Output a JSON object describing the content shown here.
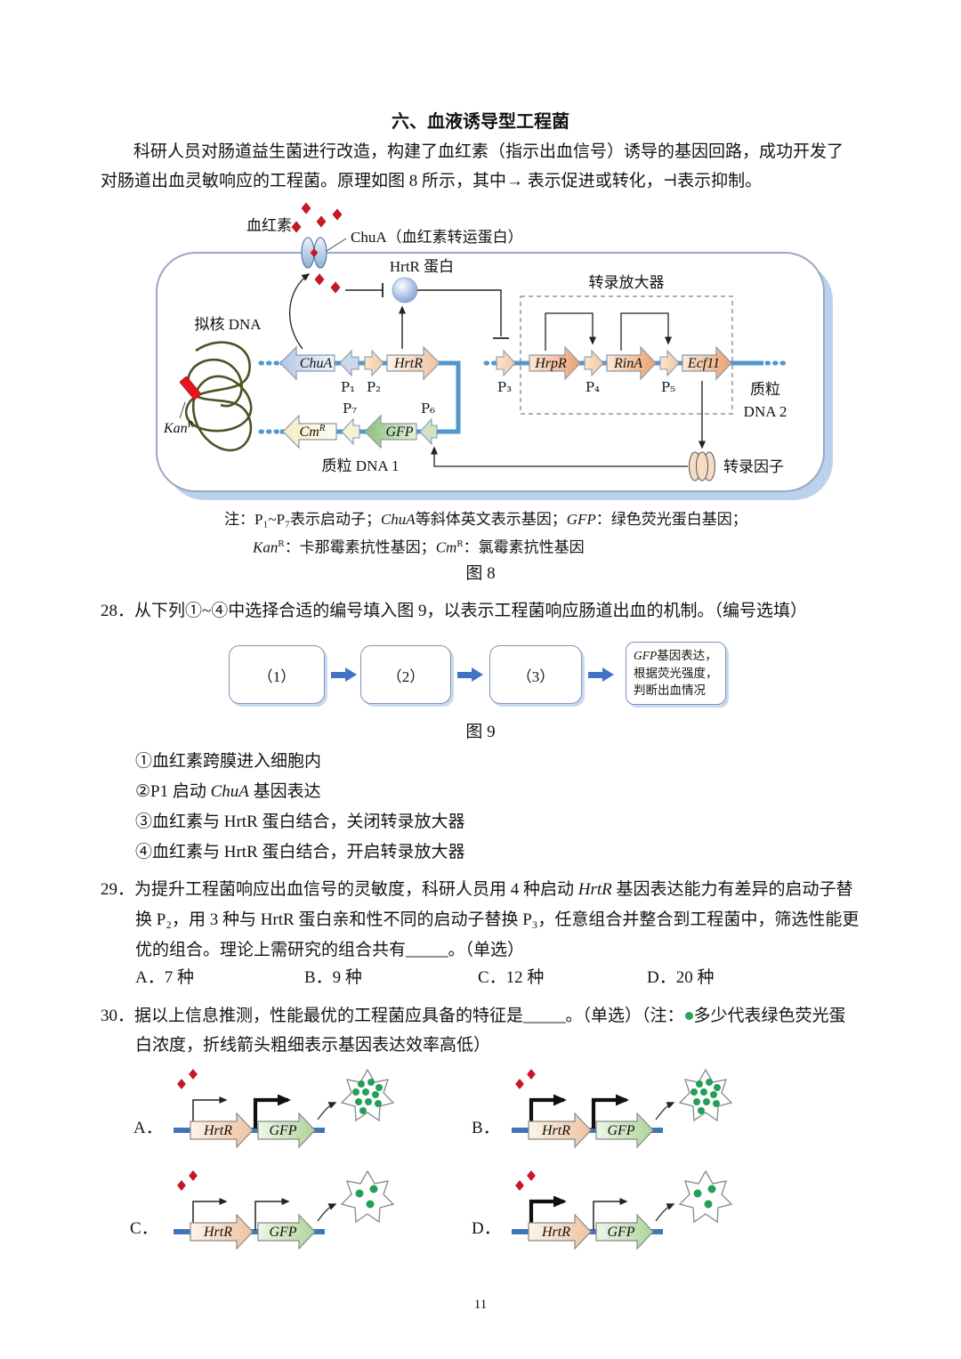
{
  "doc": {
    "title": "六、血液诱导型工程菌",
    "intro_l1": "科研人员对肠道益生菌进行改造，构建了血红素（指示出血信号）诱导的基因回路，成功开发了",
    "intro_l2": "对肠道出血灵敏响应的工程菌。原理如图 8 所示，其中→ 表示促进或转化，⊣表示抑制。",
    "page_number": "11"
  },
  "fig8": {
    "caption": "图 8",
    "labels": {
      "heme": "血红素",
      "chua_membrane": "ChuA（血红素转运蛋白）",
      "hrtr_protein": "HrtR 蛋白",
      "amplifier": "转录放大器",
      "nucleoid": "拟核 DNA",
      "plasmid1": "质粒 DNA 1",
      "plasmid2_a": "质粒",
      "plasmid2_b": "DNA 2",
      "tf": "转录因子"
    },
    "genes": {
      "chua": "ChuA",
      "hrtr": "HrtR",
      "hrpr": "HrpR",
      "rina": "RinA",
      "ecf11": "Ecf11",
      "gfp": "GFP",
      "cm": "Cm",
      "kan": "Kan",
      "sup_r": "R"
    },
    "promoters": {
      "p1": "P₁",
      "p2": "P₂",
      "p3": "P₃",
      "p4": "P₄",
      "p5": "P₅",
      "p6": "P₆",
      "p7": "P₇"
    },
    "note": {
      "l1_a": "注：P₁~P₇表示启动子；",
      "l1_gene1": "ChuA",
      "l1_b": "等斜体英文表示基因；",
      "l1_gene2": "GFP",
      "l1_c": "：绿色荧光蛋白基因；",
      "l2_gene1": "Kan",
      "l2_sup1": "R",
      "l2_a": "：卡那霉素抗性基因；",
      "l2_gene2": "Cm",
      "l2_sup2": "R",
      "l2_b": "：氯霉素抗性基因"
    }
  },
  "q28": {
    "text": "28．从下列①~④中选择合适的编号填入图 9，以表示工程菌响应肠道出血的机制。（编号选填）",
    "flow": {
      "b1": "（1）",
      "b2": "（2）",
      "b3": "（3）",
      "b4_gene": "GFP",
      "b4_l1": "基因表达，",
      "b4_l2": "根据荧光强度，",
      "b4_l3": "判断出血情况",
      "caption": "图 9"
    },
    "items": {
      "i1": "①血红素跨膜进入细胞内",
      "i2_a": "②P1 启动 ",
      "i2_gene": "ChuA",
      "i2_b": " 基因表达",
      "i3": "③血红素与 HrtR 蛋白结合，关闭转录放大器",
      "i4": "④血红素与 HrtR 蛋白结合，开启转录放大器"
    }
  },
  "q29": {
    "l1_a": "29．为提升工程菌响应出血信号的灵敏度，科研人员用 4 种启动 ",
    "l1_gene": "HrtR",
    "l1_b": " 基因表达能力有差异的启动子替",
    "l2": "换 P₂，用 3 种与 HrtR 蛋白亲和性不同的启动子替换 P₃，任意组合并整合到工程菌中，筛选性能更",
    "l3": "优的组合。理论上需研究的组合共有_____。（单选）",
    "choices": [
      "A．7 种",
      "B．9 种",
      "C．12 种",
      "D．20 种"
    ]
  },
  "q30": {
    "l1_a": "30．据以上信息推测，性能最优的工程菌应具备的特征是_____。（单选）（注：",
    "l1_b": "多少代表绿色荧光蛋",
    "l2": "白浓度，折线箭头粗细表示基因表达效率高低）",
    "letters": [
      "A．",
      "B．",
      "C．",
      "D．"
    ],
    "gene_hrtr": "HrtR",
    "gene_gfp": "GFP"
  }
}
